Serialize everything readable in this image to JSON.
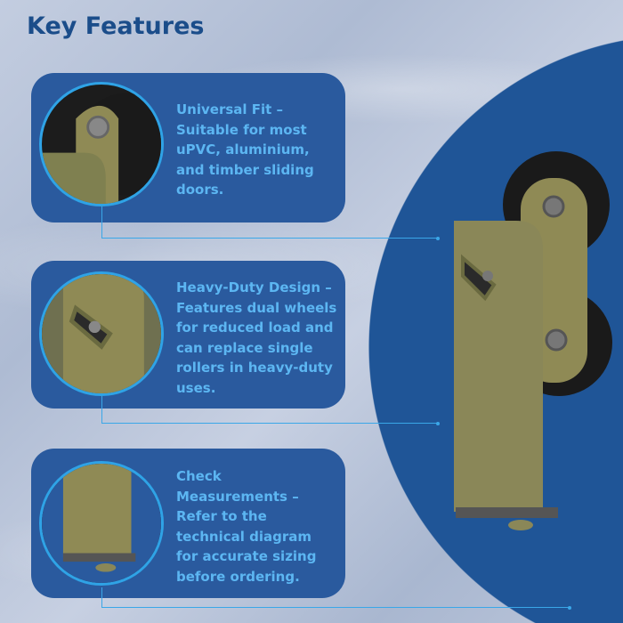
{
  "title": "Key Features",
  "features": [
    {
      "lines": [
        "Universal Fit –",
        "Suitable for most",
        "uPVC, aluminium,",
        "and timber sliding",
        "doors."
      ]
    },
    {
      "lines": [
        "Heavy-Duty Design –",
        "Features dual wheels",
        "for reduced load and",
        "can replace single",
        "rollers in heavy-duty",
        "uses."
      ]
    },
    {
      "lines": [
        "Check",
        "Measurements –",
        "Refer to the",
        "technical diagram",
        "for accurate sizing",
        "before ordering."
      ]
    }
  ],
  "colors": {
    "title": "#1b4d8a",
    "card": "#2a5a9e",
    "accent": "#5cb6f2",
    "circle": "#1f5597"
  }
}
